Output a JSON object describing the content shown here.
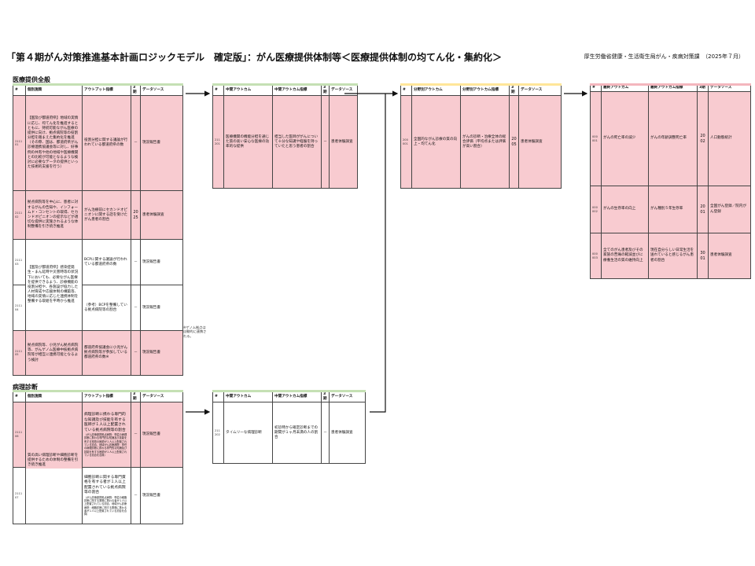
{
  "header": {
    "title": "「第４期がん対策推進基本計画ロジックモデル　確定版」：がん医療提供体制等＜医療提供体制の均てん化・集約化＞",
    "department": "厚生労働省健康・生活衛生局がん・疾病対策課　（2025年７月）"
  },
  "sections": {
    "overall": "医療提供全般",
    "pathology": "病理診断"
  },
  "col_headers": {
    "id": "#",
    "measure": "個別施策",
    "output": "アウトプット指標",
    "period": "3期",
    "source": "データソース",
    "mid": "中間アウトカム",
    "mid_ind": "中間アウトカム指標",
    "field": "分野別アウトカム",
    "field_ind": "分野別アウトカム指標",
    "final": "最終アウトカム",
    "final_ind": "最終アウトカム指標"
  },
  "overall_measures": [
    {
      "id": "211101",
      "measure": "【国及び都道府県】地域の実情に応じ、均てん化を推進するとともに、持続可能ながん医療の提供に向け、拠点病院等の役割分担を踏まえた集約化を推進（その際、国は、都道府県がん診療連携協議会等に対し、好事例の共有や他の地域や医療機関との比較が可能となるような検討に必要なデータの提供といった技術的支援を行う）",
      "output": "役割分担に関する議論が行われている都道府県の数",
      "period": "－",
      "source": "現況報告書"
    },
    {
      "id": "211102",
      "measure": "拠点病院等を中心に、患者に対するがんの告知や、インフォームド・コンセントの取得、セカンドオピニオンの提示などが適切な提供に実施されるような体制整備を引き続き推進",
      "output": "がん治療前にセカンドオピニオンに関する話を受けたがん患者の割合",
      "period": "2025",
      "source": "患者体験調査"
    },
    {
      "id": "211103",
      "measure": "【国及び都道府県】感染症発生・まん延時や災害時等の状況下においても、必要ながん医療を提供できるよう、診療機能の役割分担や、各施設が協力した人材育成や応援体制の構築等、地域の実情に応じた連携体制を整備する取組を平時から推進",
      "output": "BCPに関する議論が行われている都道府県の数",
      "period": "－",
      "source": "現況報告書"
    },
    {
      "id": "211104",
      "measure": "",
      "output": "（参考）BCPを整備している拠点病院等の割合",
      "period": "－",
      "source": "現況報告書"
    },
    {
      "id": "211105",
      "measure": "拠点病院等、小児がん拠点病院等、がんゲノム医療中核拠点病院等が相互に連携可能となるよう検討",
      "output": "都道府県協議会に小児がん拠点病院等が参加している都道府県の数※",
      "period": "－",
      "source": "現況報告書"
    }
  ],
  "overall_note": "※ゲノム拠点は自動的に連携される。",
  "overall_mid": {
    "id": "211201",
    "name": "医療機関の機能分担を通じた質の高い安心な医療の効率的な提供",
    "indicator": "担当した医師ががんについて十分な知識や経験を持っていたと思う患者の割合",
    "period": "－",
    "source": "患者体験調査"
  },
  "field_outcome": {
    "id": "200001",
    "name": "全国的ながん診療の質の向上・均てん化",
    "indicator": "がんの診断・治療全体の総合評価（平均点または評価が高い割合）",
    "period": "2005",
    "source": "患者体験調査"
  },
  "final_outcomes": [
    {
      "id": "000001",
      "name": "がんの死亡率の減少",
      "indicator": "がんの年齢調整死亡率",
      "period": "2002",
      "source": "人口動態統計"
    },
    {
      "id": "000002",
      "name": "がんの生存率の向上",
      "indicator": "がん種別５年生存率",
      "period": "2001",
      "source": "全国がん登録／院内がん登録"
    },
    {
      "id": "000003",
      "name": "全てのがん患者及びその家族の苦痛の軽減並びに療養生活の質の維持向上",
      "indicator": "現在自分らしい日常生活を送れていると感じるがん患者の割合",
      "period": "3001",
      "source": "患者体験調査"
    }
  ],
  "pathology_measure_text": "質の高い病理診断や細胞診断を提供するための体制の整備を引き続き推進",
  "pathology_rows": [
    {
      "id": "211106",
      "output": "病理診断に携わる専門的な知識及び技能を有する医師が１人以上配置されている拠点病院等の割合",
      "output_note": "（がん診療連携拠点病院：専従の病理診断に携わる専門的な知識及び技能を有する常勤の医師が１人以上配置されている割合、地域がん診療病院：専任の病理診断に携わる専門的な知識及び技能を有する医師が１人以上配置されている割合を合算）",
      "period": "－",
      "source": "現況報告書"
    },
    {
      "id": "211107",
      "output": "細胞診断に関する専門資格を有する者が１人以上配置されている拠点病院等の割合",
      "output_note": "（がん診療連携拠点病院：専従の細胞診断に関する業務に携わる者が１人以上配置されている割合、地域がん診療病院：細胞診断に関する業務に携わる者が１人以上配置されている割合を合算）",
      "period": "－",
      "source": "現況報告書"
    }
  ],
  "pathology_mid": {
    "id": "211202",
    "name": "タイムリーな病理診断",
    "indicator": "初診時から確定診断までの期間が１ヶ月未満の人の割合",
    "period": "－",
    "source": "患者体験調査"
  }
}
